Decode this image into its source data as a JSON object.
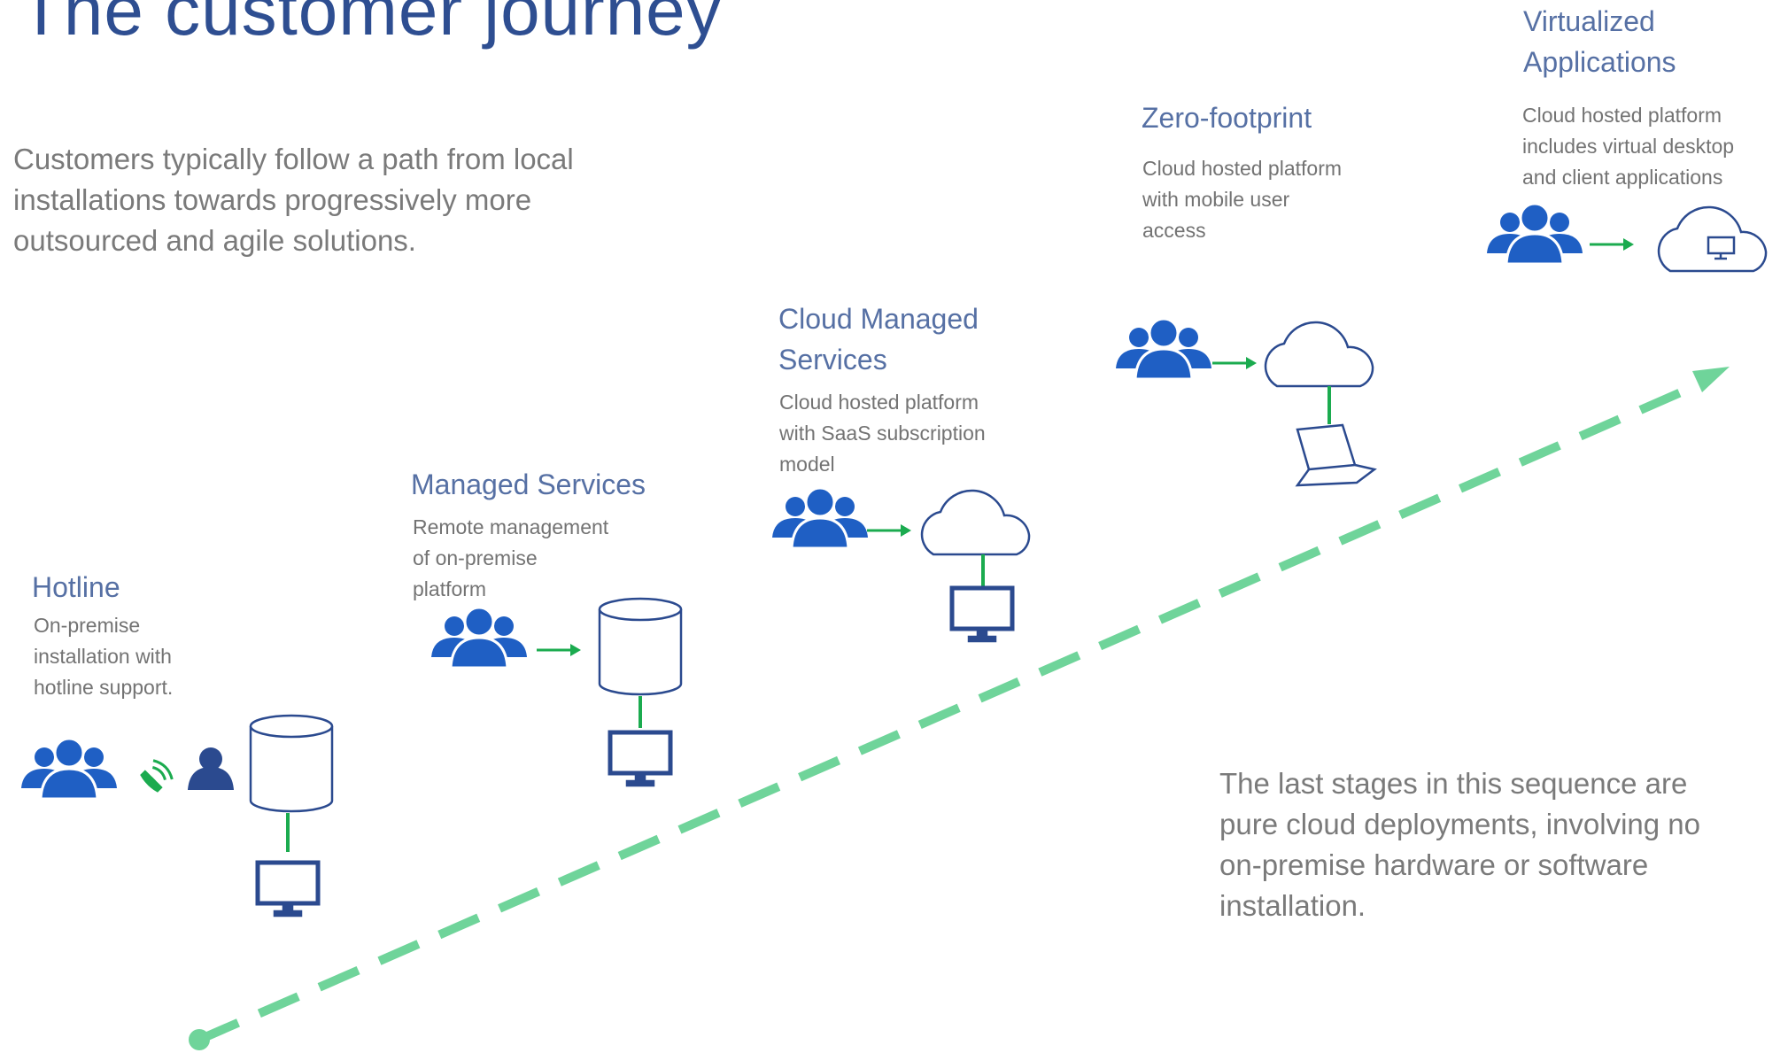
{
  "title": "The customer journey",
  "intro": "Customers typically follow a path from local\ninstallations towards progressively more\noutsourced and agile solutions.",
  "outro": "The last stages in this sequence are\npure cloud deployments, involving no\non-premise hardware or software\ninstallation.",
  "colors": {
    "title": "#2e4e91",
    "heading": "#5670a4",
    "body_text": "#7a7a7a",
    "people_icon": "#1f5fc4",
    "device_outline": "#2b4a8f",
    "connector": "#1bab4f",
    "journey_arrow": "#6fd49a"
  },
  "stages": [
    {
      "title": "Hotline",
      "description": "On-premise\ninstallation with\nhotline support.",
      "icons": [
        "users-icon",
        "phone-icon",
        "user-icon",
        "database-icon",
        "monitor-icon"
      ]
    },
    {
      "title": "Managed Services",
      "description": "Remote management\nof on-premise\nplatform",
      "icons": [
        "users-icon",
        "arrow-icon",
        "database-icon",
        "monitor-icon"
      ]
    },
    {
      "title": "Cloud Managed\nServices",
      "description": "Cloud hosted platform\nwith SaaS subscription\nmodel",
      "icons": [
        "users-icon",
        "arrow-icon",
        "cloud-icon",
        "monitor-icon"
      ]
    },
    {
      "title": "Zero-footprint",
      "description": "Cloud hosted platform\nwith mobile user\naccess",
      "icons": [
        "users-icon",
        "arrow-icon",
        "cloud-icon",
        "laptop-icon"
      ]
    },
    {
      "title": "Virtualized\nApplications",
      "description": "Cloud hosted platform\nincludes virtual desktop\nand client applications",
      "icons": [
        "users-icon",
        "arrow-icon",
        "cloud-monitor-icon"
      ]
    }
  ]
}
